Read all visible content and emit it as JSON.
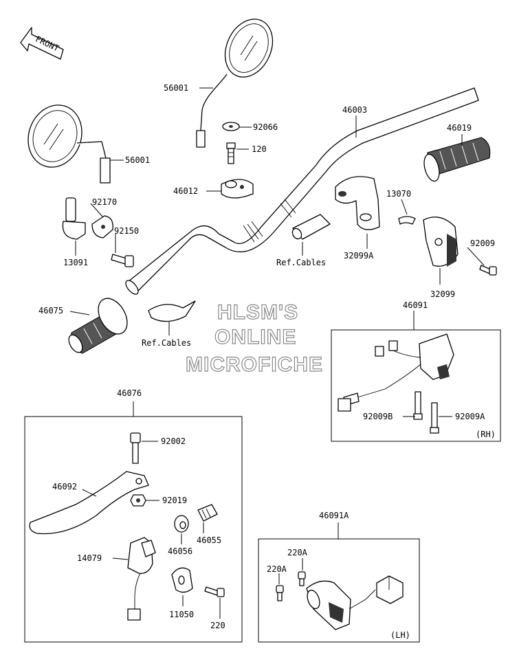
{
  "direction_indicator": {
    "label": "FRONT"
  },
  "watermark": {
    "line1": "HLSM'S",
    "line2": "ONLINE",
    "line3": "MICROFICHE"
  },
  "boxes": {
    "rh_tag": "(RH)",
    "lh_tag": "(LH)"
  },
  "parts": [
    {
      "id": "56001-upper",
      "label": "56001"
    },
    {
      "id": "56001-left",
      "label": "56001"
    },
    {
      "id": "92066",
      "label": "92066"
    },
    {
      "id": "120",
      "label": "120"
    },
    {
      "id": "46012",
      "label": "46012"
    },
    {
      "id": "46003",
      "label": "46003"
    },
    {
      "id": "46019",
      "label": "46019"
    },
    {
      "id": "92170",
      "label": "92170"
    },
    {
      "id": "92150",
      "label": "92150"
    },
    {
      "id": "13091",
      "label": "13091"
    },
    {
      "id": "13070",
      "label": "13070"
    },
    {
      "id": "32099A",
      "label": "32099A"
    },
    {
      "id": "92009",
      "label": "92009"
    },
    {
      "id": "32099",
      "label": "32099"
    },
    {
      "id": "ref-cables-upper",
      "label": "Ref.Cables"
    },
    {
      "id": "ref-cables-lower",
      "label": "Ref.Cables"
    },
    {
      "id": "46075",
      "label": "46075"
    },
    {
      "id": "46091",
      "label": "46091"
    },
    {
      "id": "92009B",
      "label": "92009B"
    },
    {
      "id": "92009A",
      "label": "92009A"
    },
    {
      "id": "46076",
      "label": "46076"
    },
    {
      "id": "92002",
      "label": "92002"
    },
    {
      "id": "46092",
      "label": "46092"
    },
    {
      "id": "92019",
      "label": "92019"
    },
    {
      "id": "46055",
      "label": "46055"
    },
    {
      "id": "46056",
      "label": "46056"
    },
    {
      "id": "14079",
      "label": "14079"
    },
    {
      "id": "11050",
      "label": "11050"
    },
    {
      "id": "220",
      "label": "220"
    },
    {
      "id": "46091A",
      "label": "46091A"
    },
    {
      "id": "220A-upper",
      "label": "220A"
    },
    {
      "id": "220A-left",
      "label": "220A"
    }
  ]
}
